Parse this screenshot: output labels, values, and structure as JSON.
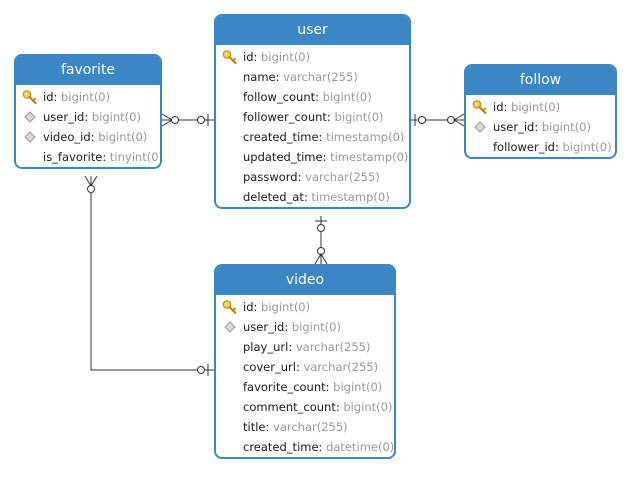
{
  "colors": {
    "header": "#3a87c4",
    "border": "#3a87c4",
    "line": "#333333",
    "type_text": "#999999",
    "key": "#e0b030",
    "fk": "#bdbdbd"
  },
  "entities": [
    {
      "id": "user",
      "title": "user",
      "fields": [
        {
          "name": "id",
          "type": "bigint(0)",
          "icon": "primary-key-icon"
        },
        {
          "name": "name",
          "type": "varchar(255)",
          "icon": ""
        },
        {
          "name": "follow_count",
          "type": "bigint(0)",
          "icon": ""
        },
        {
          "name": "follower_count",
          "type": "bigint(0)",
          "icon": ""
        },
        {
          "name": "created_time",
          "type": "timestamp(0)",
          "icon": ""
        },
        {
          "name": "updated_time",
          "type": "timestamp(0)",
          "icon": ""
        },
        {
          "name": "password",
          "type": "varchar(255)",
          "icon": ""
        },
        {
          "name": "deleted_at",
          "type": "timestamp(0)",
          "icon": ""
        }
      ]
    },
    {
      "id": "favorite",
      "title": "favorite",
      "fields": [
        {
          "name": "id",
          "type": "bigint(0)",
          "icon": "primary-key-icon"
        },
        {
          "name": "user_id",
          "type": "bigint(0)",
          "icon": "foreign-key-icon"
        },
        {
          "name": "video_id",
          "type": "bigint(0)",
          "icon": "foreign-key-icon"
        },
        {
          "name": "is_favorite",
          "type": "tinyint(0)",
          "icon": ""
        }
      ]
    },
    {
      "id": "follow",
      "title": "follow",
      "fields": [
        {
          "name": "id",
          "type": "bigint(0)",
          "icon": "primary-key-icon"
        },
        {
          "name": "user_id",
          "type": "bigint(0)",
          "icon": "foreign-key-icon"
        },
        {
          "name": "follower_id",
          "type": "bigint(0)",
          "icon": ""
        }
      ]
    },
    {
      "id": "video",
      "title": "video",
      "fields": [
        {
          "name": "id",
          "type": "bigint(0)",
          "icon": "primary-key-icon"
        },
        {
          "name": "user_id",
          "type": "bigint(0)",
          "icon": "foreign-key-icon"
        },
        {
          "name": "play_url",
          "type": "varchar(255)",
          "icon": ""
        },
        {
          "name": "cover_url",
          "type": "varchar(255)",
          "icon": ""
        },
        {
          "name": "favorite_count",
          "type": "bigint(0)",
          "icon": ""
        },
        {
          "name": "comment_count",
          "type": "bigint(0)",
          "icon": ""
        },
        {
          "name": "title",
          "type": "varchar(255)",
          "icon": ""
        },
        {
          "name": "created_time",
          "type": "datetime(0)",
          "icon": ""
        }
      ]
    }
  ],
  "relationships": [
    {
      "from": "favorite",
      "to": "user",
      "from_end": "many",
      "to_end": "one"
    },
    {
      "from": "follow",
      "to": "user",
      "from_end": "many",
      "to_end": "one"
    },
    {
      "from": "video",
      "to": "user",
      "from_end": "many",
      "to_end": "one"
    },
    {
      "from": "favorite",
      "to": "video",
      "from_end": "many",
      "to_end": "one"
    }
  ]
}
